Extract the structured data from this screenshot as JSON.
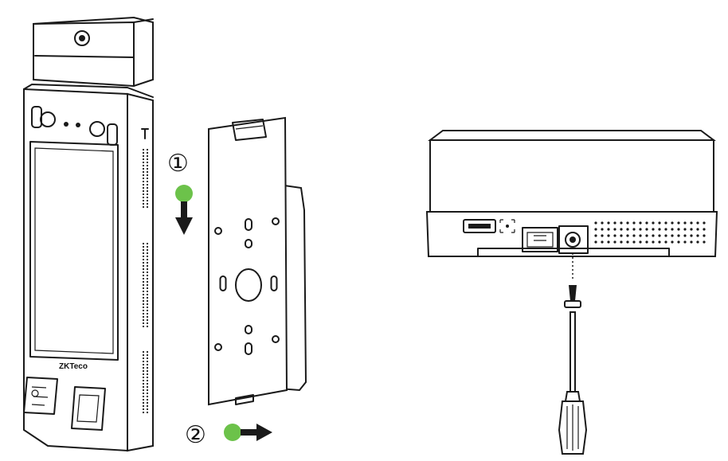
{
  "steps": [
    {
      "number": "①",
      "direction": "down",
      "marker_color": "#6cc24a"
    },
    {
      "number": "②",
      "direction": "right",
      "marker_color": "#6cc24a"
    }
  ],
  "device": {
    "brand_text": "ZKTeco"
  },
  "icons": [
    "face-terminal-front-icon",
    "mounting-plate-icon",
    "terminal-bottom-view-icon",
    "screw-icon",
    "screwdriver-icon",
    "arrow-down-icon",
    "arrow-right-icon"
  ]
}
